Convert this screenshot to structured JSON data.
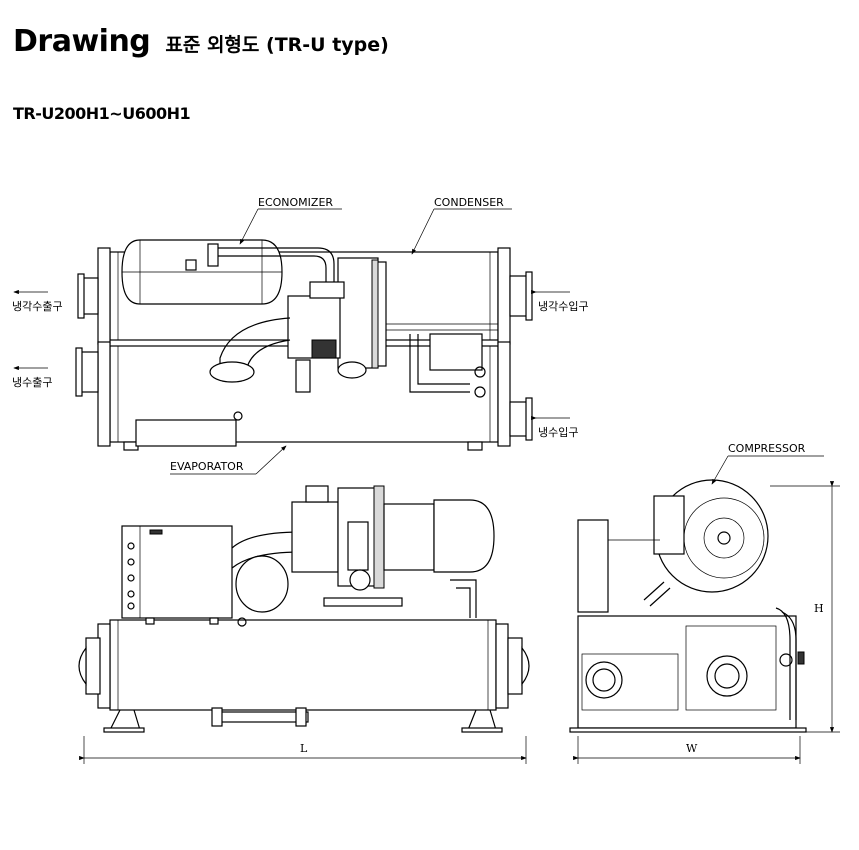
{
  "title": {
    "main": "Drawing",
    "sub": "표준 외형도 (TR-U type)"
  },
  "model": "TR-U200H1~U600H1",
  "top_view": {
    "economizer": "ECONOMIZER",
    "condenser": "CONDENSER",
    "evaporator": "EVAPORATOR",
    "chilled_water_out": "냉각수출구",
    "chilled_water_in": "냉각수입구",
    "cold_water_out": "냉수출구",
    "cold_water_in": "냉수입구"
  },
  "side_view": {
    "compressor": "COMPRESSOR"
  },
  "dimensions": {
    "length": "L",
    "width": "W",
    "height": "H"
  }
}
